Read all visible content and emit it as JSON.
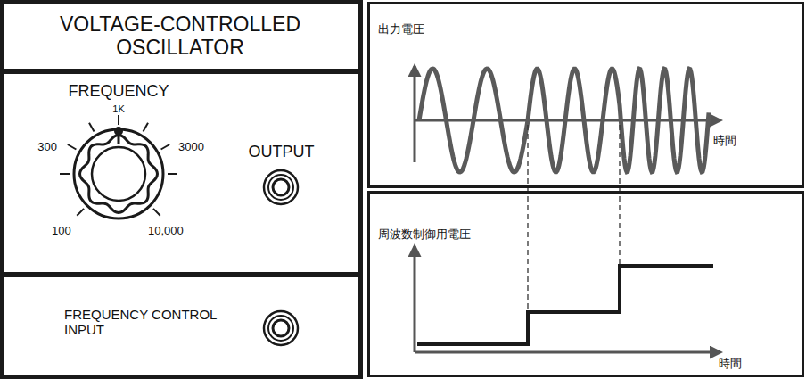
{
  "diagram": {
    "nodes": [
      {
        "text": [
          "VOLTAGE-CONTROLLED OSCILLATOR"
        ]
      },
      {
        "text": [
          "FREQUENCY",
          "OUTPUT"
        ]
      },
      {
        "text": [
          "FREQUENCY CONTROL INPUT"
        ]
      },
      {
        "text": [
          "出力電圧",
          "時間"
        ]
      },
      {
        "text": [
          "周波数制御用電圧",
          "時間"
        ]
      }
    ],
    "labels": [
      "1K",
      "300",
      "3000",
      "100",
      "10,000"
    ]
  }
}
